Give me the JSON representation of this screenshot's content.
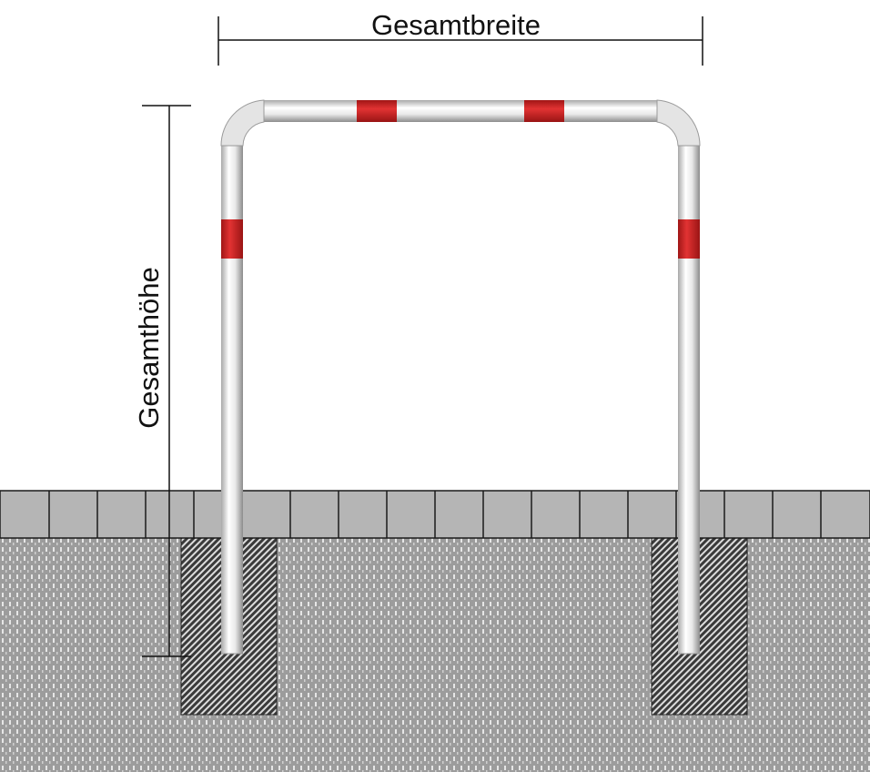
{
  "labels": {
    "width_label": "Gesamtbreite",
    "height_label": "Gesamthöhe"
  },
  "colors": {
    "pipe_light": "#f4f4f4",
    "pipe_mid": "#cfcfcf",
    "pipe_dark": "#9a9a9a",
    "reflective_band": "#d42a2a",
    "paving_stone": "#b5b5b5",
    "soil": "#9a9a9a",
    "concrete_foundation": "#2a2a2a",
    "dimension_line": "#111111"
  },
  "components": {
    "pipe": "galvanized-steel-bracket",
    "bands": "red-reflective-stripes",
    "foundations": "concrete-foundations",
    "paving": "paving-stone-row",
    "ground": "soil"
  }
}
